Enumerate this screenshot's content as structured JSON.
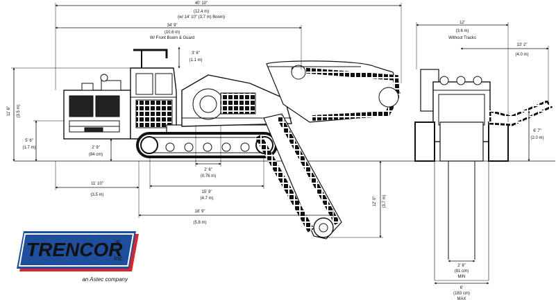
{
  "side_view": {
    "overall_length": [
      "40' 10\"",
      "(12.4 m)",
      "(w/ 14' 10\" (3.7 m) Boom)"
    ],
    "machine_length": [
      "34' 9\"",
      "(10.6 m)",
      "W/ Front Boom & Guard"
    ],
    "cab_clearance": [
      "3' 8\"",
      "(1.1 m)"
    ],
    "overall_height": [
      "11' 6\"",
      "(3.5 m)"
    ],
    "ground_clearance": [
      "5' 6\"",
      "(1.7 m)"
    ],
    "track_height": [
      "2' 9\"",
      "(84 cm)"
    ],
    "track_pad_center": [
      "2' 6\"",
      "(0.76 m)"
    ],
    "track_length": [
      "15' 9\"",
      "(4.7 m)"
    ],
    "front_to_track": [
      "11' 10\"",
      "(3.5 m)"
    ],
    "boom_reach": [
      "18' 9\"",
      "(5.8 m)"
    ],
    "max_depth": [
      "12' 0\"",
      "(3.7 m)"
    ]
  },
  "rear_view": {
    "overall_width": [
      "12'",
      "(3.6 m)",
      "Without Tracks"
    ],
    "conveyor_width": [
      "13' 2\"",
      "(4.0 m)"
    ],
    "conveyor_height": [
      "6' 7\"",
      "(2.0 m)"
    ],
    "min_trench_width": [
      "2' 8\"",
      "(81 cm)",
      "MIN"
    ],
    "max_trench_width": [
      "6'",
      "(183 cm)",
      "MAX"
    ]
  },
  "logo": {
    "brand": "TRENCOR",
    "suffix": "Inc.",
    "registered": "®",
    "tagline": "an Astec company"
  },
  "colors": {
    "logo_blue": "#1f4e9c",
    "logo_red": "#d7262e",
    "line": "#111111"
  }
}
